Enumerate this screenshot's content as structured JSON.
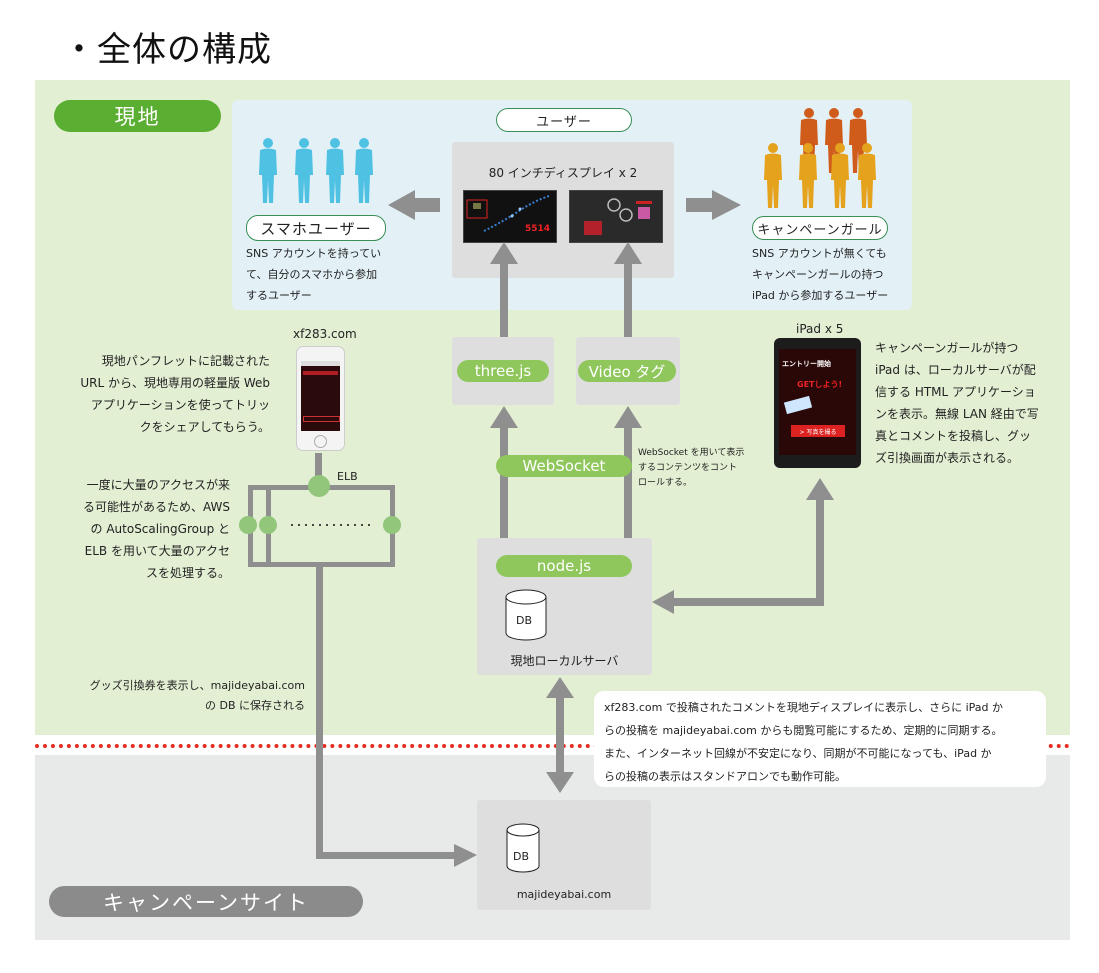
{
  "title": "・全体の構成",
  "regions": {
    "local": "現地",
    "campaign": "キャンペーンサイト"
  },
  "users": {
    "header": "ユーザー",
    "smartphone_user": {
      "label": "スマホユーザー",
      "description": [
        "SNS アカウントを持ってい",
        "て、自分のスマホから参加",
        "するユーザー"
      ],
      "figure_color": "#4fc1e2"
    },
    "campaign_girl": {
      "label": "キャンペーンガール",
      "description": [
        "SNS アカウントが無くても",
        "キャンペーンガールの持つ",
        "iPad から参加するユーザー"
      ],
      "figure_color_front": "#e4a21d",
      "figure_color_back": "#d05c1c"
    }
  },
  "display": {
    "label": "80 インチディスプレイ x 2",
    "screen1_count": "5514"
  },
  "components": {
    "threejs": "three.js",
    "video": "Video タグ",
    "websocket": "WebSocket",
    "websocket_note": [
      "WebSocket を用いて表示",
      "するコンテンツをコント",
      "ロールする。"
    ],
    "nodejs": "node.js",
    "local_db": "DB",
    "local_server": "現地ローカルサーバ",
    "campaign_db": "DB",
    "campaign_server": "majideyabai.com"
  },
  "smartphone": {
    "domain": "xf283.com",
    "description": [
      "現地パンフレットに記載された",
      "URL から、現地専用の軽量版 Web",
      "アプリケーションを使ってトリッ",
      "クをシェアしてもらう。"
    ]
  },
  "elb": {
    "label": "ELB",
    "description": [
      "一度に大量のアクセスが来",
      "る可能性があるため、AWS",
      "の AutoScalingGroup と",
      "ELB を用いて大量のアクセ",
      "スを処理する。"
    ]
  },
  "ipad": {
    "label": "iPad x 5",
    "description": [
      "キャンペーンガールが持つ",
      "iPad は、ローカルサーバが配",
      "信する HTML アプリケーショ",
      "ンを表示。無線 LAN 経由で写",
      "真とコメントを投稿し、グッ",
      "ズ引換画面が表示される。"
    ],
    "screen_text": [
      "エントリー開始",
      "GETしよう!",
      "> 写真を撮る"
    ]
  },
  "goods_note": [
    "グッズ引換券を表示し、majideyabai.com",
    "の DB に保存される"
  ],
  "sync_note": [
    "xf283.com で投稿されたコメントを現地ディスプレイに表示し、さらに iPad か",
    "らの投稿を majideyabai.com からも閲覧可能にするため、定期的に同期する。",
    "また、インターネット回線が不安定になり、同期が不可能になっても、iPad か",
    "らの投稿の表示はスタンドアロンでも動作可能。"
  ],
  "colors": {
    "local_bg": "#e3efd3",
    "campaign_bg": "#e8eaea",
    "user_panel_bg": "#e3f1f7",
    "accent_green": "#5aae31",
    "pill_green": "#8fc75c",
    "node_green": "#91c67b",
    "arrow_gray": "#8f8f8f",
    "divider_red": "#e52d22"
  }
}
